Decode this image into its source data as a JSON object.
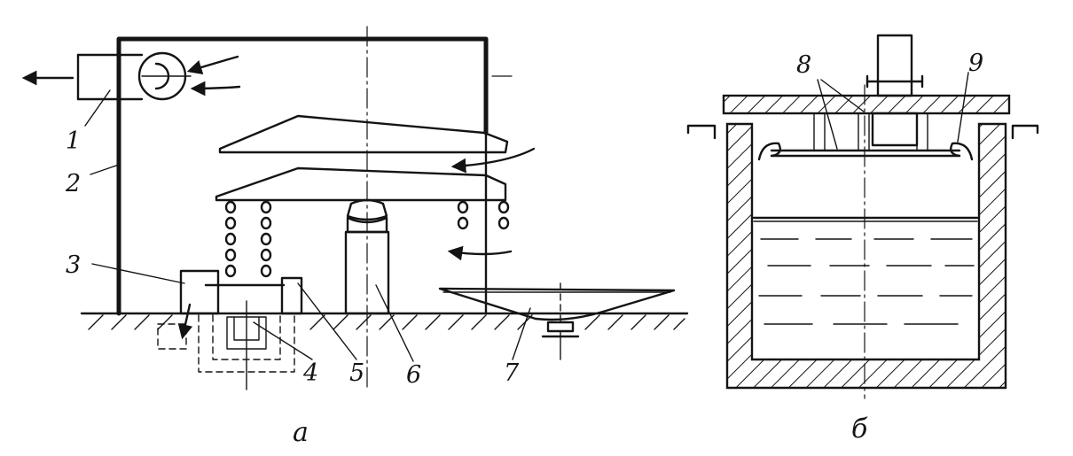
{
  "figure": {
    "panel_a": {
      "caption": "а",
      "labels": [
        {
          "id": "1",
          "text": "1"
        },
        {
          "id": "2",
          "text": "2"
        },
        {
          "id": "3",
          "text": "3"
        },
        {
          "id": "4",
          "text": "4"
        },
        {
          "id": "5",
          "text": "5"
        },
        {
          "id": "6",
          "text": "6"
        },
        {
          "id": "7",
          "text": "7"
        }
      ]
    },
    "panel_b": {
      "caption": "б",
      "labels": [
        {
          "id": "8",
          "text": "8"
        },
        {
          "id": "9",
          "text": "9"
        }
      ]
    }
  },
  "colors": {
    "ink": "#141414",
    "paper": "#ffffff"
  }
}
